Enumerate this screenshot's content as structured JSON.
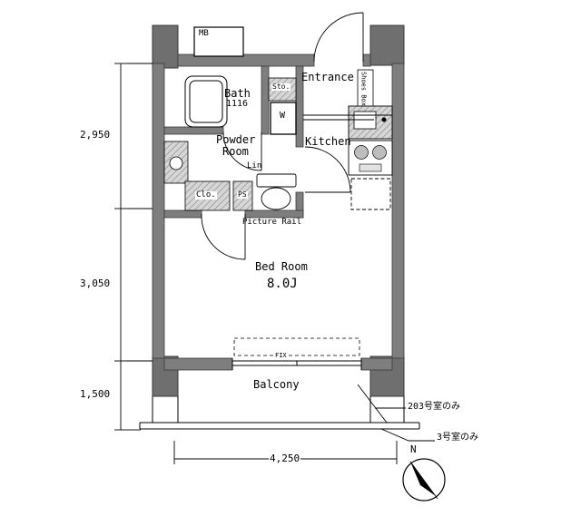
{
  "plan": {
    "rooms": {
      "entrance": "Entrance",
      "kitchen": "Kitchen",
      "bath": "Bath",
      "bath_size": "1116",
      "powder_line1": "Powder",
      "powder_line2": "Room",
      "bedroom": "Bed Room",
      "bedroom_size": "8.0J",
      "balcony": "Balcony"
    },
    "labels": {
      "meter_box": "MB",
      "storage": "Sto.",
      "shoes_box": "Shoes Box",
      "washer": "W",
      "linen": "Lin",
      "closet": "Clo.",
      "pipe_space": "PS",
      "picture_rail": "Picture Rail",
      "fix_window": "FIX"
    },
    "dimensions": {
      "upper_height": "2,950",
      "bedroom_height": "3,050",
      "balcony_depth": "1,500",
      "width": "4,250"
    },
    "notes": {
      "room_203_only": "203号室のみ",
      "room_3_only": "3号室のみ"
    },
    "compass_north": "N"
  }
}
